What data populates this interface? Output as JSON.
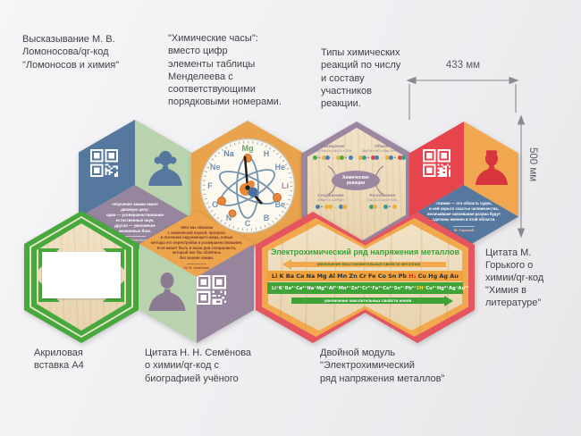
{
  "captions": {
    "lomonosov": "Высказывание М. В.\nЛомоносова/qr-код\n\"Ломоносов и химия\"",
    "clock": "\"Химические часы\":\nвместо цифр\nэлементы таблицы\nМенделеева с\nсоответствующими\nпорядковыми номерами.",
    "reactions": "Типы химических\nреакций по числу\nи составу\nучастников\nреакции.",
    "gorky": "Цитата М.\nГорького о\nхимии/qr-код\n\"Химия в\nлитературе\"",
    "acrylic": "Акриловая\nвставка А4",
    "semenov": "Цитата Н. Н. Семёнова\nо химии/qr-код с\nбиографией учёного",
    "double": "Двойной модуль\n\"Электрохимический\nряд напряжения металлов\""
  },
  "dimensions": {
    "width": "433 мм",
    "height": "500 мм"
  },
  "lomonosov": {
    "quote": "«Изучение химии имеет\nдвоякую цену:\nодна — усовершенствование\nестественных наук,\nдругая — умножение\nжизненных благ.",
    "attribution": "М. В. Ломоносов",
    "colors": {
      "qr_face": "#56789e",
      "portrait_face": "#b9d3ae",
      "quote_face": "#97859d"
    }
  },
  "clock": {
    "hex_color": "#e9a34c",
    "elements": [
      {
        "symbol": "Mg",
        "angle": 0,
        "color": "#6ba064"
      },
      {
        "symbol": "H",
        "angle": 30,
        "color": "#7493ad"
      },
      {
        "symbol": "He",
        "angle": 60,
        "color": "#7493ad"
      },
      {
        "symbol": "Li",
        "angle": 90,
        "color": "#b77f8e"
      },
      {
        "symbol": "Be",
        "angle": 120,
        "color": "#7493ad"
      },
      {
        "symbol": "B",
        "angle": 150,
        "color": "#7493ad"
      },
      {
        "symbol": "C",
        "angle": 180,
        "color": "#7493ad"
      },
      {
        "symbol": "N",
        "angle": 210,
        "color": "#7493ad"
      },
      {
        "symbol": "O",
        "angle": 240,
        "color": "#7493ad"
      },
      {
        "symbol": "F",
        "angle": 270,
        "color": "#7493ad"
      },
      {
        "symbol": "Ne",
        "angle": 300,
        "color": "#7493ad"
      },
      {
        "symbol": "Na",
        "angle": 330,
        "color": "#5f87b0"
      }
    ]
  },
  "reactions": {
    "title": "Химические\nреакции",
    "hex_color": "#9b87a0",
    "types": [
      {
        "name": "Замещение",
        "formula": "2Al+Fe₂O₃=Al₂O₃+2Fe",
        "scheme": [
          [
            "#4fa845"
          ],
          "+",
          [
            "#e8b23c",
            "#4a7fb5"
          ],
          "→",
          [
            "#e8b23c",
            "#4fa845"
          ],
          "+",
          [
            "#4a7fb5"
          ]
        ]
      },
      {
        "name": "Обмен",
        "formula": "NaOH+HCl=NaCl+H₂O",
        "scheme": [
          [
            "#e8b23c",
            "#3a9e8f"
          ],
          "+",
          [
            "#d84848",
            "#4a7fb5"
          ],
          "→",
          [
            "#e8b23c",
            "#4a7fb5"
          ],
          "+",
          [
            "#d84848",
            "#3a9e8f"
          ]
        ]
      },
      {
        "name": "Соединение",
        "formula": "2Mg+O₂=2MgO",
        "scheme": [
          [
            "#4a7fb5"
          ],
          "+",
          [
            "#e8b23c",
            "#e8b23c"
          ],
          "→",
          [
            "#4a7fb5",
            "#e8b23c"
          ]
        ]
      },
      {
        "name": "Разложение",
        "formula": "CaCO₃=CaO+CO₂",
        "scheme": [
          [
            "#3a9e8f",
            "#e8b23c"
          ],
          "→",
          [
            "#3a9e8f"
          ],
          "+",
          [
            "#e8b23c"
          ]
        ]
      }
    ]
  },
  "gorky": {
    "quote": "«Химия — это область чудес,\nв ней скрыто счастье человечества,\nвеличайшие завоевания разума будут\nсделаны именно в этой области.",
    "attribution": "М. Горький",
    "colors": {
      "qr_face": "#e6454e",
      "portrait_face": "#f0a750",
      "quote_face": "#56789e"
    }
  },
  "semenov": {
    "quote": "«Все мы связаны\nс химической наукой, прогресс\nв познании окружающего мира, новые\nметоды его перестройки и усовершенствования.\nИ не может быть в наши дни специалиста,\nкоторый мог бы обойтись\nбез знания химии.",
    "attribution": "Н. Н. Семёнов",
    "colors": {
      "quote_face": "#eca44d",
      "portrait_face": "#b9d3ae",
      "qr_face": "#97859d"
    }
  },
  "electro": {
    "title": "Электрохимический ряд напряжения металлов",
    "left_arrow_label": "увеличение восстановительных свойств металлов",
    "right_arrow_label": "увеличение окислительных свойств ионов",
    "metals": [
      "Li",
      "K",
      "Ba",
      "Ca",
      "Na",
      "Mg",
      "Al",
      "Mn",
      "Zn",
      "Cr",
      "Fe",
      "Co",
      "Sn",
      "Pb",
      "H₂",
      "Cu",
      "Hg",
      "Ag",
      "Au"
    ],
    "ions": [
      "Li⁺",
      "K⁺",
      "Ba²⁺",
      "Ca²⁺",
      "Na⁺",
      "Mg²⁺",
      "Al³⁺",
      "Mn²⁺",
      "Zn²⁺",
      "Cr³⁺",
      "Fe²⁺",
      "Co²⁺",
      "Sn²⁺",
      "Pb²⁺",
      "2H⁺",
      "Cu²⁺",
      "Hg²⁺",
      "Ag⁺",
      "Au³⁺"
    ],
    "highlighted": [
      "H₂",
      "2H⁺"
    ],
    "colors": {
      "border": "#e45560",
      "inner_border": "#f2a94e",
      "metals_bar": "#f0a23c",
      "ions_bar": "#3fa338",
      "highlight": "#d8262c",
      "title_green": "#3aa338"
    }
  },
  "acrylic": {
    "color": "#47a83d"
  }
}
